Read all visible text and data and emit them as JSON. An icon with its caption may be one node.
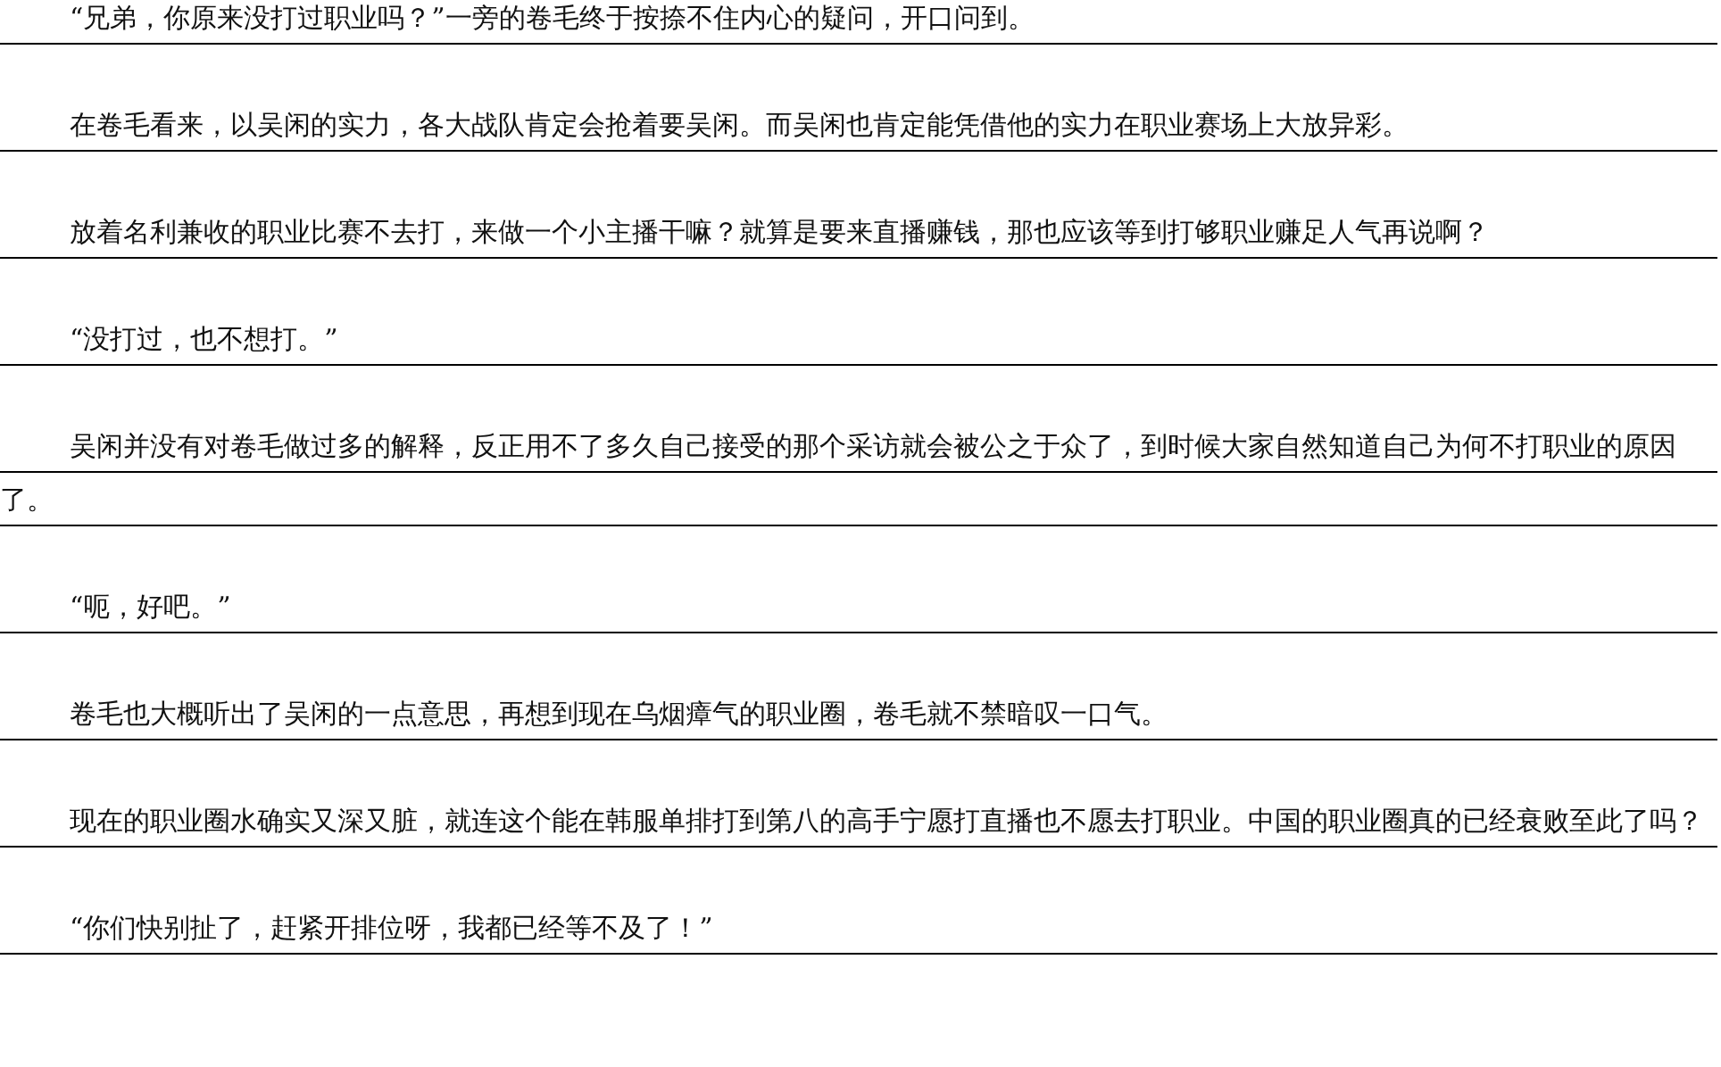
{
  "diagram": {
    "labels": [
      "“兄弟，你原来没打过职业吗？”一旁的卷毛终于按捺不住内心的疑问，开口问到。",
      "在卷毛看来，以吴闲的实力，各大战队肯定会抢着要吴闲。而吴闲也肯定能凭借他的实力在职业赛场上大放异彩。",
      "放着名利兼收的职业比赛不去打，来做一个小主播干嘛？就算是要来直播赚钱，那也应该等到打够职业赚足人气再说啊？",
      "“没打过，也不想打。”",
      "吴闲并没有对卷毛做过多的解释，反正用不了多久自己接受的那个采访就会被公之于众了，到时候大家自然知道自己为何不打职业的原因了。",
      "“呃，好吧。”",
      "卷毛也大概听出了吴闲的一点意思，再想到现在乌烟瘴气的职业圈，卷毛就不禁暗叹一口气。",
      "现在的职业圈水确实又深又脏，就连这个能在韩服单排打到第八的高手宁愿打直播也不愿去打职业。中国的职业圈真的已经衰败至此了吗？",
      "“你们快别扯了，赶紧开排位呀，我都已经等不及了！”"
    ]
  }
}
